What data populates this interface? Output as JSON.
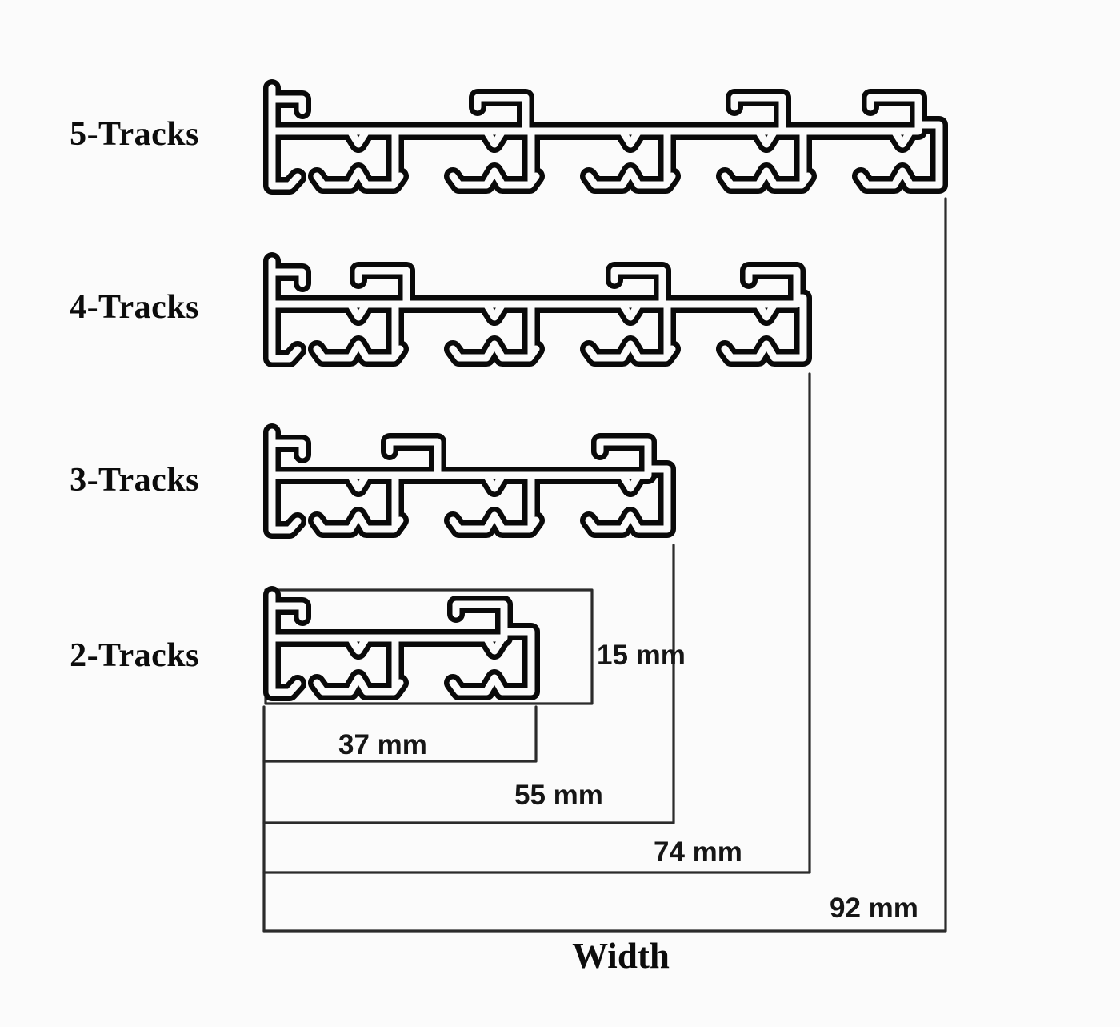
{
  "diagram": {
    "rows": [
      {
        "label": "5-Tracks",
        "tracks": 5,
        "width_mm": 92
      },
      {
        "label": "4-Tracks",
        "tracks": 4,
        "width_mm": 74
      },
      {
        "label": "3-Tracks",
        "tracks": 3,
        "width_mm": 55
      },
      {
        "label": "2-Tracks",
        "tracks": 2,
        "width_mm": 37
      }
    ],
    "dimensions": {
      "profile_height_label": "15 mm",
      "profile_height_mm": 15,
      "width_labels": [
        {
          "tracks": 2,
          "label": "37 mm"
        },
        {
          "tracks": 3,
          "label": "55 mm"
        },
        {
          "tracks": 4,
          "label": "74 mm"
        },
        {
          "tracks": 5,
          "label": "92 mm"
        }
      ],
      "axis_label": "Width"
    },
    "colors": {
      "profile_line": "#0a0a0a",
      "profile_core": "#fbfbfb",
      "dimension_line": "#2b2b2b",
      "text": "#0c0c0c",
      "background": "#fbfbfb"
    }
  }
}
